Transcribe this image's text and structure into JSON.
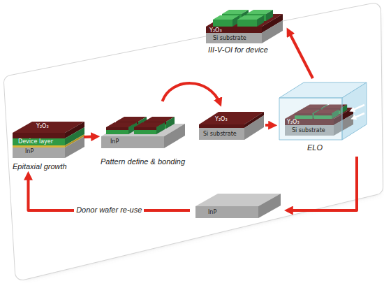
{
  "diagram": {
    "nodes": [
      {
        "text": [
          "Y₂O₃",
          "Device layer",
          "InP",
          "Epitaxial growth"
        ]
      },
      {
        "text": [
          "InP",
          "Pattern define & bonding"
        ]
      },
      {
        "text": [
          "Y₂O₃",
          "Si substrate"
        ]
      },
      {
        "text": [
          "Y₂O₃",
          "Si substrate",
          "ELO"
        ]
      },
      {
        "text": [
          "Y₂O₃",
          "Si substrate",
          "III-V-OI for device"
        ]
      },
      {
        "text": [
          "InP"
        ]
      }
    ],
    "edges": [
      {
        "from": 0,
        "to": 1,
        "arrow": "to"
      },
      {
        "from": 1,
        "to": 2,
        "arrow": "to"
      },
      {
        "from": 2,
        "to": 3,
        "arrow": "to"
      },
      {
        "from": 3,
        "to": 4,
        "arrow": "to"
      },
      {
        "from": 3,
        "to": 5,
        "arrow": "to"
      },
      {
        "from": 5,
        "to": 0,
        "label": "Donor wafer re-use",
        "arrow": "to"
      }
    ]
  }
}
